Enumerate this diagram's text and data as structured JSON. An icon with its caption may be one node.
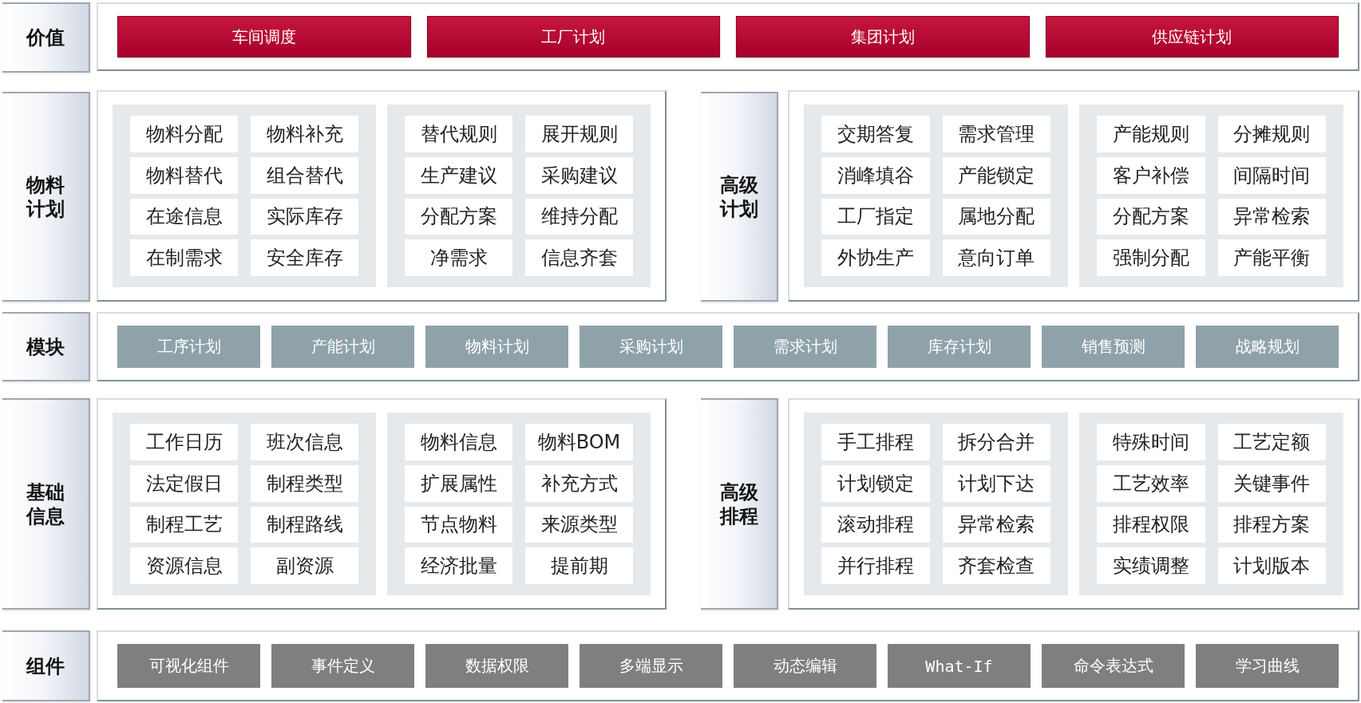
{
  "diagram": {
    "nodes": [
      {
        "text": [
          "价值"
        ]
      },
      {
        "text": [],
        "shape": "box"
      },
      {
        "text": [
          "车间调度"
        ],
        "in": 1
      },
      {
        "text": [
          "工厂计划"
        ],
        "in": 1
      },
      {
        "text": [
          "集团计划"
        ],
        "in": 1
      },
      {
        "text": [
          "供应链计划"
        ],
        "in": 1
      },
      {
        "text": [
          "物料计划"
        ]
      },
      {
        "text": [],
        "shape": "box"
      },
      {
        "text": [],
        "shape": "box",
        "in": 7
      },
      {
        "text": [
          "物料分配"
        ],
        "in": 8
      },
      {
        "text": [
          "物料补充"
        ],
        "in": 8
      },
      {
        "text": [
          "物料替代"
        ],
        "in": 8
      },
      {
        "text": [
          "组合替代"
        ],
        "in": 8
      },
      {
        "text": [
          "在途信息"
        ],
        "in": 8
      },
      {
        "text": [
          "实际库存"
        ],
        "in": 8
      },
      {
        "text": [
          "在制需求"
        ],
        "in": 8
      },
      {
        "text": [
          "安全库存"
        ],
        "in": 8
      },
      {
        "text": [],
        "shape": "box",
        "in": 7
      },
      {
        "text": [
          "替代规则"
        ],
        "in": 17
      },
      {
        "text": [
          "展开规则"
        ],
        "in": 17
      },
      {
        "text": [
          "生产建议"
        ],
        "in": 17
      },
      {
        "text": [
          "采购建议"
        ],
        "in": 17
      },
      {
        "text": [
          "分配方案"
        ],
        "in": 17
      },
      {
        "text": [
          "维持分配"
        ],
        "in": 17
      },
      {
        "text": [
          "净需求"
        ],
        "in": 17
      },
      {
        "text": [
          "信息齐套"
        ],
        "in": 17
      },
      {
        "text": [
          "高级计划"
        ]
      },
      {
        "text": [],
        "shape": "box"
      },
      {
        "text": [],
        "shape": "box",
        "in": 27
      },
      {
        "text": [
          "交期答复"
        ],
        "in": 28
      },
      {
        "text": [
          "需求管理"
        ],
        "in": 28
      },
      {
        "text": [
          "消峰填谷"
        ],
        "in": 28
      },
      {
        "text": [
          "产能锁定"
        ],
        "in": 28
      },
      {
        "text": [
          "工厂指定"
        ],
        "in": 28
      },
      {
        "text": [
          "属地分配"
        ],
        "in": 28
      },
      {
        "text": [
          "外协生产"
        ],
        "in": 28
      },
      {
        "text": [
          "意向订单"
        ],
        "in": 28
      },
      {
        "text": [],
        "shape": "box",
        "in": 27
      },
      {
        "text": [
          "产能规则"
        ],
        "in": 37
      },
      {
        "text": [
          "分摊规则"
        ],
        "in": 37
      },
      {
        "text": [
          "客户补偿"
        ],
        "in": 37
      },
      {
        "text": [
          "间隔时间"
        ],
        "in": 37
      },
      {
        "text": [
          "分配方案"
        ],
        "in": 37
      },
      {
        "text": [
          "异常检索"
        ],
        "in": 37
      },
      {
        "text": [
          "强制分配"
        ],
        "in": 37
      },
      {
        "text": [
          "产能平衡"
        ],
        "in": 37
      },
      {
        "text": [
          "模块"
        ]
      },
      {
        "text": [],
        "shape": "box"
      },
      {
        "text": [
          "工序计划"
        ],
        "in": 47
      },
      {
        "text": [
          "产能计划"
        ],
        "in": 47
      },
      {
        "text": [
          "物料计划"
        ],
        "in": 47
      },
      {
        "text": [
          "采购计划"
        ],
        "in": 47
      },
      {
        "text": [
          "需求计划"
        ],
        "in": 47
      },
      {
        "text": [
          "库存计划"
        ],
        "in": 47
      },
      {
        "text": [
          "销售预测"
        ],
        "in": 47
      },
      {
        "text": [
          "战略规划"
        ],
        "in": 47
      },
      {
        "text": [
          "基础信息"
        ]
      },
      {
        "text": [],
        "shape": "box"
      },
      {
        "text": [],
        "shape": "box",
        "in": 57
      },
      {
        "text": [
          "工作日历"
        ],
        "in": 58
      },
      {
        "text": [
          "班次信息"
        ],
        "in": 58
      },
      {
        "text": [
          "法定假日"
        ],
        "in": 58
      },
      {
        "text": [
          "制程类型"
        ],
        "in": 58
      },
      {
        "text": [
          "制程工艺"
        ],
        "in": 58
      },
      {
        "text": [
          "制程路线"
        ],
        "in": 58
      },
      {
        "text": [
          "资源信息"
        ],
        "in": 58
      },
      {
        "text": [
          "副资源"
        ],
        "in": 58
      },
      {
        "text": [],
        "shape": "box",
        "in": 57
      },
      {
        "text": [
          "物料信息"
        ],
        "in": 67
      },
      {
        "text": [
          "物料BOM"
        ],
        "in": 67
      },
      {
        "text": [
          "扩展属性"
        ],
        "in": 67
      },
      {
        "text": [
          "补充方式"
        ],
        "in": 67
      },
      {
        "text": [
          "节点物料"
        ],
        "in": 67
      },
      {
        "text": [
          "来源类型"
        ],
        "in": 67
      },
      {
        "text": [
          "经济批量"
        ],
        "in": 67
      },
      {
        "text": [
          "提前期"
        ],
        "in": 67
      },
      {
        "text": [
          "高级排程"
        ]
      },
      {
        "text": [],
        "shape": "box"
      },
      {
        "text": [],
        "shape": "box",
        "in": 77
      },
      {
        "text": [
          "手工排程"
        ],
        "in": 78
      },
      {
        "text": [
          "拆分合并"
        ],
        "in": 78
      },
      {
        "text": [
          "计划锁定"
        ],
        "in": 78
      },
      {
        "text": [
          "计划下达"
        ],
        "in": 78
      },
      {
        "text": [
          "滚动排程"
        ],
        "in": 78
      },
      {
        "text": [
          "异常检索"
        ],
        "in": 78
      },
      {
        "text": [
          "并行排程"
        ],
        "in": 78
      },
      {
        "text": [
          "齐套检查"
        ],
        "in": 78
      },
      {
        "text": [],
        "shape": "box",
        "in": 77
      },
      {
        "text": [
          "特殊时间"
        ],
        "in": 87
      },
      {
        "text": [
          "工艺定额"
        ],
        "in": 87
      },
      {
        "text": [
          "工艺效率"
        ],
        "in": 87
      },
      {
        "text": [
          "关键事件"
        ],
        "in": 87
      },
      {
        "text": [
          "排程权限"
        ],
        "in": 87
      },
      {
        "text": [
          "排程方案"
        ],
        "in": 87
      },
      {
        "text": [
          "实绩调整"
        ],
        "in": 87
      },
      {
        "text": [
          "计划版本"
        ],
        "in": 87
      },
      {
        "text": [
          "组件"
        ]
      },
      {
        "text": [],
        "shape": "box"
      },
      {
        "text": [
          "可视化组件"
        ],
        "in": 97
      },
      {
        "text": [
          "事件定义"
        ],
        "in": 97
      },
      {
        "text": [
          "数据权限"
        ],
        "in": 97
      },
      {
        "text": [
          "多端显示"
        ],
        "in": 97
      },
      {
        "text": [
          "动态编辑"
        ],
        "in": 97
      },
      {
        "text": [
          "What-If"
        ],
        "in": 97
      },
      {
        "text": [
          "命令表达式"
        ],
        "in": 97
      },
      {
        "text": [
          "学习曲线"
        ],
        "in": 97
      }
    ]
  }
}
